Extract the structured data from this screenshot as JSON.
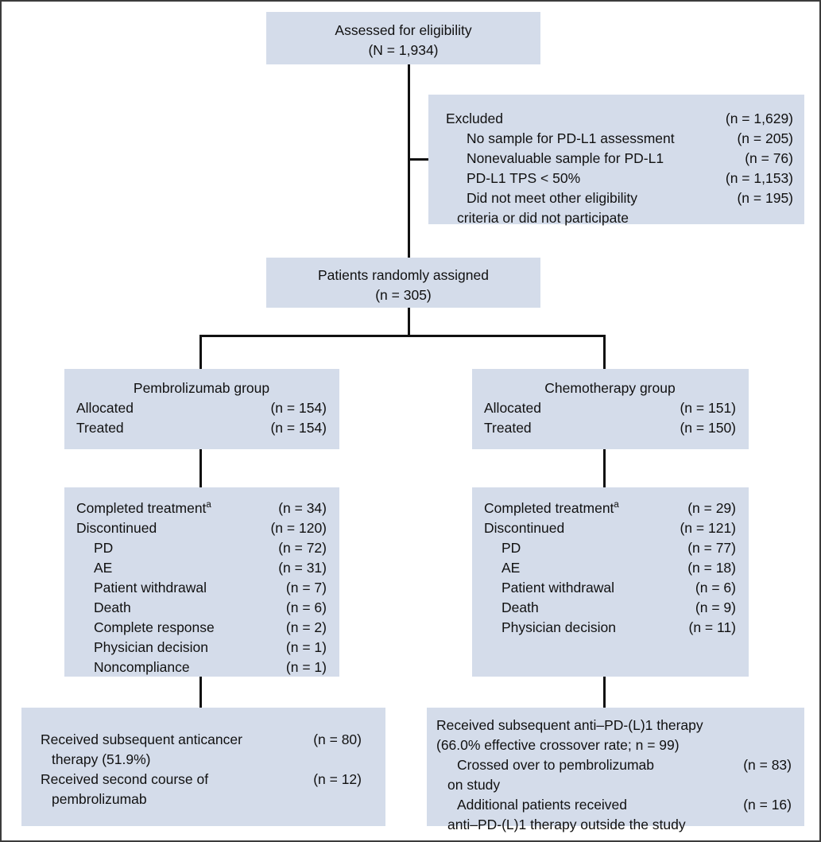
{
  "figure": {
    "type": "consort-flow-diagram",
    "colors": {
      "box_fill": "#d4dcea",
      "connector": "#111111",
      "frame": "#3b3b3b",
      "text": "#111111"
    }
  },
  "enrollment": {
    "assessed_label": "Assessed for eligibility",
    "assessed_count": "(N = 1,934)"
  },
  "excluded": {
    "title_label": "Excluded",
    "title_count": "(n = 1,629)",
    "reasons": [
      {
        "label": "No sample for PD-L1 assessment",
        "count": "(n = 205)"
      },
      {
        "label": "Nonevaluable sample for PD-L1",
        "count": "(n = 76)"
      },
      {
        "label": "PD-L1 TPS < 50%",
        "count": "(n = 1,153)"
      },
      {
        "label": "Did not meet other eligibility",
        "count": "(n = 195)"
      }
    ],
    "reason_continuation": "criteria or did not participate"
  },
  "randomized": {
    "label": "Patients randomly assigned",
    "count": "(n = 305)"
  },
  "arms": [
    {
      "title": "Pembrolizumab group",
      "allocation": [
        {
          "label": "Allocated",
          "count": "(n = 154)"
        },
        {
          "label": "Treated",
          "count": "(n = 154)"
        }
      ],
      "disposition": [
        {
          "label": "Completed treatment",
          "sup": "a",
          "count": "(n = 34)",
          "indent": 0
        },
        {
          "label": "Discontinued",
          "count": "(n = 120)",
          "indent": 0
        },
        {
          "label": "PD",
          "count": "(n = 72)",
          "indent": 1
        },
        {
          "label": "AE",
          "count": "(n = 31)",
          "indent": 1
        },
        {
          "label": "Patient withdrawal",
          "count": "(n = 7)",
          "indent": 1
        },
        {
          "label": "Death",
          "count": "(n = 6)",
          "indent": 1
        },
        {
          "label": "Complete response",
          "count": "(n = 2)",
          "indent": 1
        },
        {
          "label": "Physician decision",
          "count": "(n = 1)",
          "indent": 1
        },
        {
          "label": "Noncompliance",
          "count": "(n = 1)",
          "indent": 1
        }
      ]
    },
    {
      "title": "Chemotherapy group",
      "allocation": [
        {
          "label": "Allocated",
          "count": "(n = 151)"
        },
        {
          "label": "Treated",
          "count": "(n = 150)"
        }
      ],
      "disposition": [
        {
          "label": "Completed treatment",
          "sup": "a",
          "count": "(n = 29)",
          "indent": 0
        },
        {
          "label": "Discontinued",
          "count": "(n = 121)",
          "indent": 0
        },
        {
          "label": "PD",
          "count": "(n = 77)",
          "indent": 1
        },
        {
          "label": "AE",
          "count": "(n = 18)",
          "indent": 1
        },
        {
          "label": "Patient withdrawal",
          "count": "(n = 6)",
          "indent": 1
        },
        {
          "label": "Death",
          "count": "(n = 9)",
          "indent": 1
        },
        {
          "label": "Physician decision",
          "count": "(n = 11)",
          "indent": 1
        }
      ]
    }
  ],
  "subsequent_left": {
    "line1_label": "Received subsequent anticancer",
    "line1_count": "(n = 80)",
    "line1_cont": "therapy (51.9%)",
    "line2_label": "Received second course of",
    "line2_count": "(n = 12)",
    "line2_cont": "pembrolizumab"
  },
  "subsequent_right": {
    "header_line1": "Received subsequent anti–PD-(L)1 therapy",
    "header_line2": "(66.0% effective crossover rate; n = 99)",
    "item1_label": "Crossed over to pembrolizumab",
    "item1_count": "(n = 83)",
    "item1_cont": "on study",
    "item2_label": "Additional patients received",
    "item2_count": "(n = 16)",
    "item2_cont": "anti–PD-(L)1 therapy outside the study"
  },
  "chart_data": {
    "type": "table",
    "title": "CONSORT participant flow",
    "nodes": [
      {
        "id": "assessed",
        "text": "Assessed for eligibility",
        "n": 1934
      },
      {
        "id": "excluded",
        "text": "Excluded",
        "n": 1629
      },
      {
        "id": "excl-no-sample",
        "text": "No sample for PD-L1 assessment",
        "n": 205
      },
      {
        "id": "excl-nonevaluable",
        "text": "Nonevaluable sample for PD-L1",
        "n": 76
      },
      {
        "id": "excl-tps",
        "text": "PD-L1 TPS < 50%",
        "n": 1153
      },
      {
        "id": "excl-other",
        "text": "Did not meet other eligibility criteria or did not participate",
        "n": 195
      },
      {
        "id": "randomized",
        "text": "Patients randomly assigned",
        "n": 305
      },
      {
        "id": "pembro-allocated",
        "text": "Pembrolizumab group Allocated",
        "n": 154
      },
      {
        "id": "pembro-treated",
        "text": "Pembrolizumab group Treated",
        "n": 154
      },
      {
        "id": "chemo-allocated",
        "text": "Chemotherapy group Allocated",
        "n": 151
      },
      {
        "id": "chemo-treated",
        "text": "Chemotherapy group Treated",
        "n": 150
      },
      {
        "id": "pembro-completed",
        "text": "Pembrolizumab Completed treatment",
        "n": 34
      },
      {
        "id": "pembro-disc",
        "text": "Pembrolizumab Discontinued",
        "n": 120
      },
      {
        "id": "pembro-pd",
        "text": "Pembrolizumab PD",
        "n": 72
      },
      {
        "id": "pembro-ae",
        "text": "Pembrolizumab AE",
        "n": 31
      },
      {
        "id": "pembro-withdrawal",
        "text": "Pembrolizumab Patient withdrawal",
        "n": 7
      },
      {
        "id": "pembro-death",
        "text": "Pembrolizumab Death",
        "n": 6
      },
      {
        "id": "pembro-cr",
        "text": "Pembrolizumab Complete response",
        "n": 2
      },
      {
        "id": "pembro-physician",
        "text": "Pembrolizumab Physician decision",
        "n": 1
      },
      {
        "id": "pembro-noncompliance",
        "text": "Pembrolizumab Noncompliance",
        "n": 1
      },
      {
        "id": "chemo-completed",
        "text": "Chemotherapy Completed treatment",
        "n": 29
      },
      {
        "id": "chemo-disc",
        "text": "Chemotherapy Discontinued",
        "n": 121
      },
      {
        "id": "chemo-pd",
        "text": "Chemotherapy PD",
        "n": 77
      },
      {
        "id": "chemo-ae",
        "text": "Chemotherapy AE",
        "n": 18
      },
      {
        "id": "chemo-withdrawal",
        "text": "Chemotherapy Patient withdrawal",
        "n": 6
      },
      {
        "id": "chemo-death",
        "text": "Chemotherapy Death",
        "n": 9
      },
      {
        "id": "chemo-physician",
        "text": "Chemotherapy Physician decision",
        "n": 11
      },
      {
        "id": "pembro-subseq-anticancer",
        "text": "Received subsequent anticancer therapy (51.9%)",
        "n": 80
      },
      {
        "id": "pembro-second-course",
        "text": "Received second course of pembrolizumab",
        "n": 12
      },
      {
        "id": "chemo-subseq-antipd",
        "text": "Received subsequent anti–PD-(L)1 therapy (66.0% effective crossover rate)",
        "n": 99
      },
      {
        "id": "chemo-crossed-over",
        "text": "Crossed over to pembrolizumab on study",
        "n": 83
      },
      {
        "id": "chemo-additional",
        "text": "Additional patients received anti–PD-(L)1 therapy outside the study",
        "n": 16
      }
    ]
  }
}
